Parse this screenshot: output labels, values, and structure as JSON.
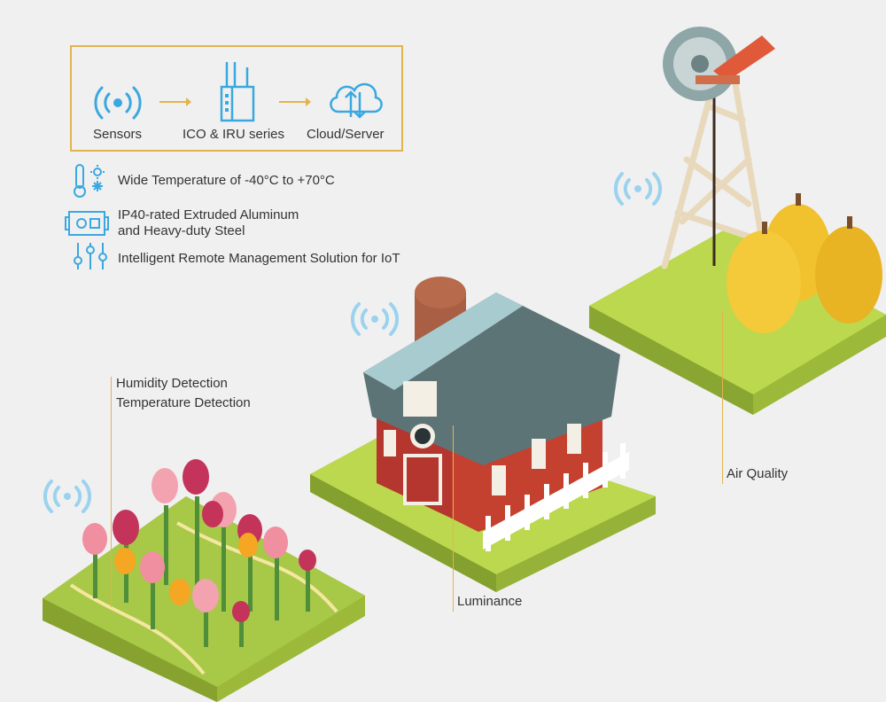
{
  "flow": {
    "sensors_label": "Sensors",
    "device_label": "ICO & IRU series",
    "cloud_label": "Cloud/Server"
  },
  "features": [
    {
      "icon": "thermometer-icon",
      "text": "Wide Temperature of -40°C to +70°C"
    },
    {
      "icon": "chassis-icon",
      "line1": "IP40-rated Extruded Aluminum",
      "line2": "and Heavy-duty Steel"
    },
    {
      "icon": "sliders-icon",
      "text": "Intelligent Remote Management Solution for IoT"
    }
  ],
  "callouts": {
    "humidity": "Humidity Detection",
    "temperature": "Temperature Detection",
    "luminance": "Luminance",
    "air_quality": "Air Quality"
  },
  "colors": {
    "accent": "#e2b34f",
    "icon_blue": "#3aa8e0",
    "grass": "#b7d44a"
  }
}
